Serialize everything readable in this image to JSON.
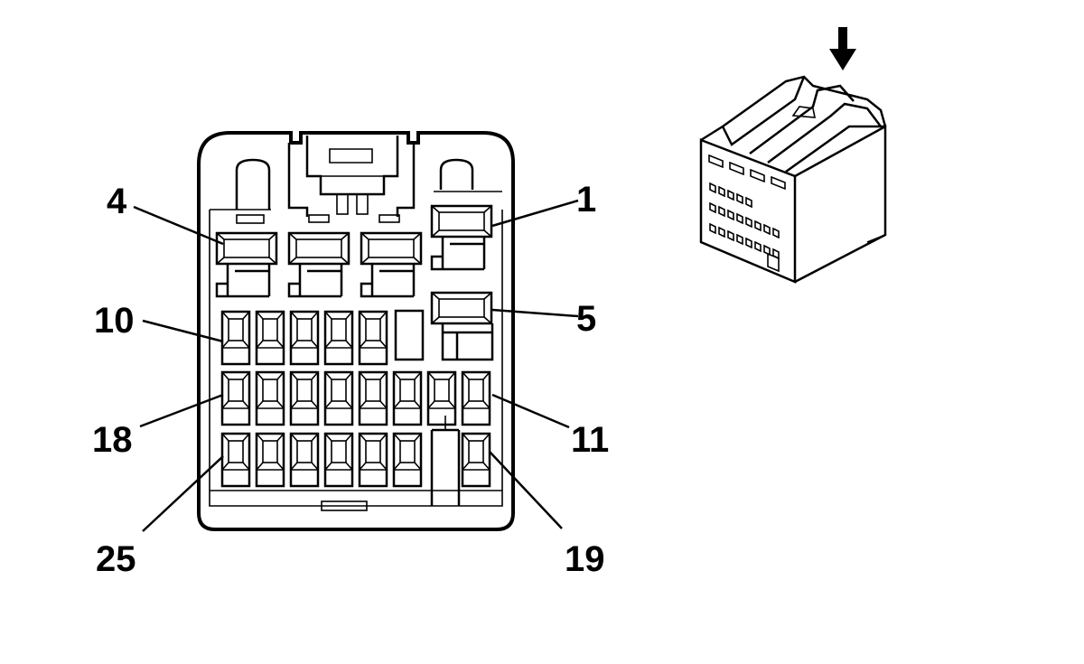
{
  "pin_labels": {
    "p1": "1",
    "p4": "4",
    "p5": "5",
    "p10": "10",
    "p11": "11",
    "p18": "18",
    "p19": "19",
    "p25": "25"
  },
  "icons": {
    "arrow": "down-arrow-icon",
    "iso_view": "connector-isometric-view"
  },
  "colors": {
    "line": "#000000",
    "background": "#ffffff"
  }
}
